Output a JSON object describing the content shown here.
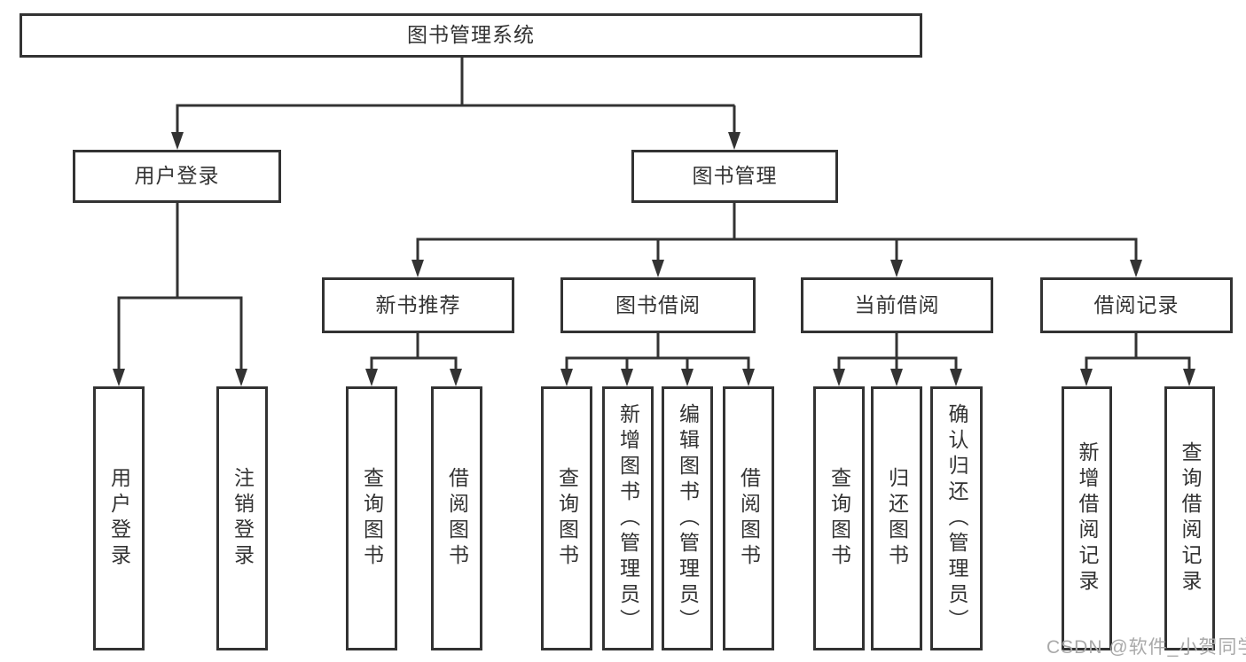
{
  "diagram": {
    "root": "图书管理系统",
    "level2": [
      "用户登录",
      "图书管理"
    ],
    "level3": [
      "新书推荐",
      "图书借阅",
      "当前借阅",
      "借阅记录"
    ],
    "leaves_user_login": [
      "用户登录",
      "注销登录"
    ],
    "leaves_new_book": [
      "查询图书",
      "借阅图书"
    ],
    "leaves_book_borrow": [
      "查询图书",
      "新增图书（管理员）",
      "编辑图书（管理员）",
      "借阅图书"
    ],
    "leaves_current_borrow": [
      "查询图书",
      "归还图书",
      "确认归还（管理员）"
    ],
    "leaves_borrow_record": [
      "新增借阅记录",
      "查询借阅记录"
    ],
    "watermark": "CSDN @软件_小贺同学",
    "colors": {
      "line": "#333333",
      "text": "#333333",
      "box_background": "#ffffff",
      "watermark": "#a9a9a9",
      "background": "#ffffff"
    }
  }
}
